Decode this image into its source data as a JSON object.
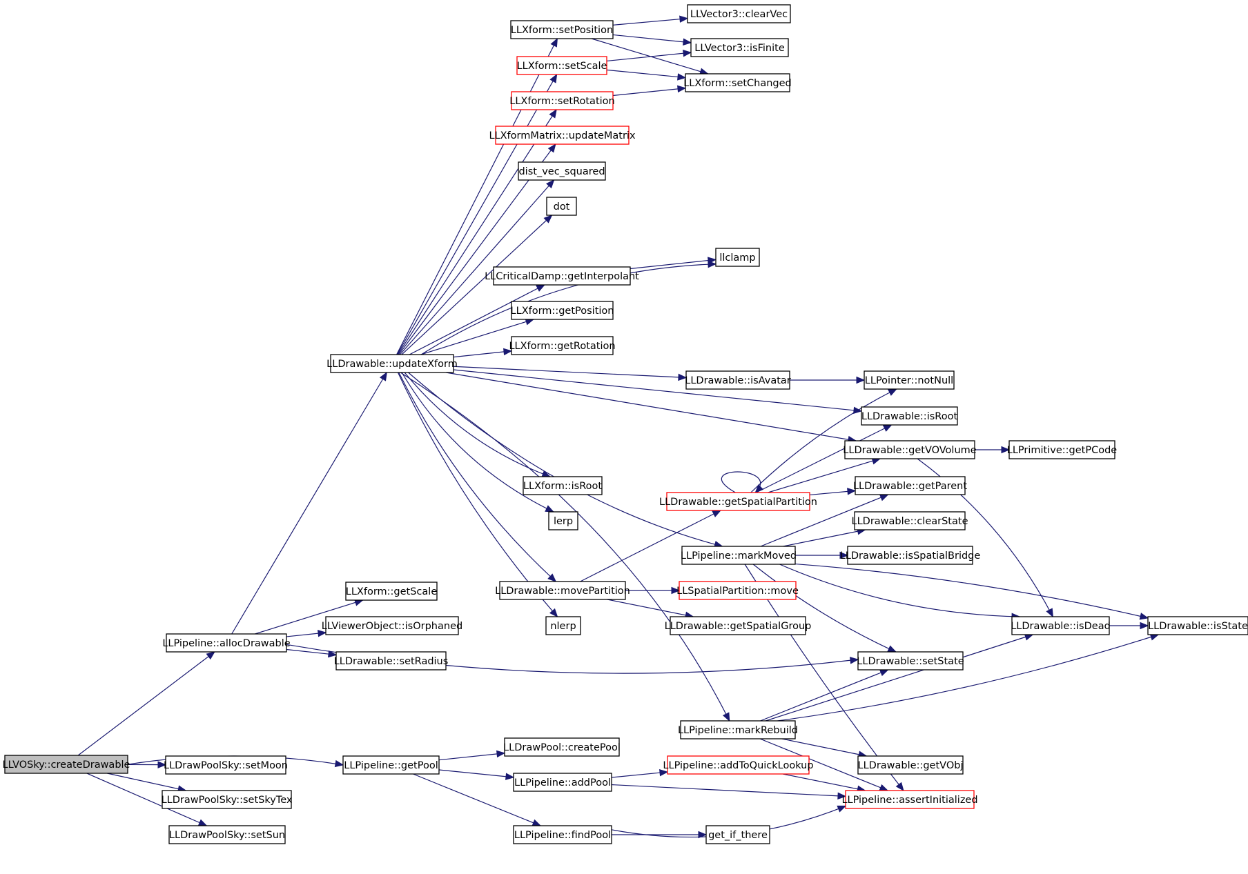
{
  "colors": {
    "edge": "#191970",
    "node_border": "#000000",
    "node_border_undocumented": "#ff0000",
    "root_fill": "#bfbfbf",
    "node_fill": "#ffffff"
  },
  "nodes": [
    {
      "id": "createDrawable",
      "label": "LLVOSky::createDrawable",
      "style": "root"
    },
    {
      "id": "allocDrawable",
      "label": "LLPipeline::allocDrawable",
      "style": "normal"
    },
    {
      "id": "setMoon",
      "label": "LLDrawPoolSky::setMoon",
      "style": "normal"
    },
    {
      "id": "getPool",
      "label": "LLPipeline::getPool",
      "style": "normal"
    },
    {
      "id": "setSkyTex",
      "label": "LLDrawPoolSky::setSkyTex",
      "style": "normal"
    },
    {
      "id": "setSun",
      "label": "LLDrawPoolSky::setSun",
      "style": "normal"
    },
    {
      "id": "updateXform",
      "label": "LLDrawable::updateXform",
      "style": "normal"
    },
    {
      "id": "xfGetScale",
      "label": "LLXform::getScale",
      "style": "normal"
    },
    {
      "id": "isOrphaned",
      "label": "LLViewerObject::isOrphaned",
      "style": "normal"
    },
    {
      "id": "setRadius",
      "label": "LLDrawable::setRadius",
      "style": "normal"
    },
    {
      "id": "xfSetPosition",
      "label": "LLXform::setPosition",
      "style": "normal"
    },
    {
      "id": "xfSetScale",
      "label": "LLXform::setScale",
      "style": "red"
    },
    {
      "id": "xfSetRotation",
      "label": "LLXform::setRotation",
      "style": "red"
    },
    {
      "id": "updateMatrix",
      "label": "LLXformMatrix::updateMatrix",
      "style": "red"
    },
    {
      "id": "distVec",
      "label": "dist_vec_squared",
      "style": "normal"
    },
    {
      "id": "dot",
      "label": "dot",
      "style": "normal"
    },
    {
      "id": "getInterpolant",
      "label": "LLCriticalDamp::getInterpolant",
      "style": "normal"
    },
    {
      "id": "xfGetPosition",
      "label": "LLXform::getPosition",
      "style": "normal"
    },
    {
      "id": "xfGetRotation",
      "label": "LLXform::getRotation",
      "style": "normal"
    },
    {
      "id": "xfIsRoot",
      "label": "LLXform::isRoot",
      "style": "normal"
    },
    {
      "id": "lerp",
      "label": "lerp",
      "style": "normal"
    },
    {
      "id": "movePartition",
      "label": "LLDrawable::movePartition",
      "style": "normal"
    },
    {
      "id": "nlerp",
      "label": "nlerp",
      "style": "normal"
    },
    {
      "id": "createPool",
      "label": "LLDrawPool::createPool",
      "style": "normal"
    },
    {
      "id": "addPool",
      "label": "LLPipeline::addPool",
      "style": "normal"
    },
    {
      "id": "findPool",
      "label": "LLPipeline::findPool",
      "style": "normal"
    },
    {
      "id": "clearVec",
      "label": "LLVector3::clearVec",
      "style": "normal"
    },
    {
      "id": "isFinite",
      "label": "LLVector3::isFinite",
      "style": "normal"
    },
    {
      "id": "setChanged",
      "label": "LLXform::setChanged",
      "style": "normal"
    },
    {
      "id": "llclamp",
      "label": "llclamp",
      "style": "normal"
    },
    {
      "id": "isAvatar",
      "label": "LLDrawable::isAvatar",
      "style": "normal"
    },
    {
      "id": "getSpatialPartition",
      "label": "LLDrawable::getSpatialPartition",
      "style": "red"
    },
    {
      "id": "markMoved",
      "label": "LLPipeline::markMoved",
      "style": "normal"
    },
    {
      "id": "spMove",
      "label": "LLSpatialPartition::move",
      "style": "red"
    },
    {
      "id": "getSpatialGroup",
      "label": "LLDrawable::getSpatialGroup",
      "style": "normal"
    },
    {
      "id": "markRebuild",
      "label": "LLPipeline::markRebuild",
      "style": "normal"
    },
    {
      "id": "addToQuickLookup",
      "label": "LLPipeline::addToQuickLookup",
      "style": "red"
    },
    {
      "id": "getIfThere",
      "label": "get_if_there",
      "style": "normal"
    },
    {
      "id": "notNull",
      "label": "LLPointer::notNull",
      "style": "normal"
    },
    {
      "id": "dIsRoot",
      "label": "LLDrawable::isRoot",
      "style": "normal"
    },
    {
      "id": "getVOVolume",
      "label": "LLDrawable::getVOVolume",
      "style": "normal"
    },
    {
      "id": "getParent",
      "label": "LLDrawable::getParent",
      "style": "normal"
    },
    {
      "id": "clearState",
      "label": "LLDrawable::clearState",
      "style": "normal"
    },
    {
      "id": "isSpatialBridge",
      "label": "LLDrawable::isSpatialBridge",
      "style": "normal"
    },
    {
      "id": "isDead",
      "label": "LLDrawable::isDead",
      "style": "normal"
    },
    {
      "id": "setState",
      "label": "LLDrawable::setState",
      "style": "normal"
    },
    {
      "id": "getVObj",
      "label": "LLDrawable::getVObj",
      "style": "normal"
    },
    {
      "id": "assertInitialized",
      "label": "LLPipeline::assertInitialized",
      "style": "red"
    },
    {
      "id": "getPCode",
      "label": "LLPrimitive::getPCode",
      "style": "normal"
    },
    {
      "id": "isState",
      "label": "LLDrawable::isState",
      "style": "normal"
    }
  ],
  "edges": [
    [
      "createDrawable",
      "allocDrawable"
    ],
    [
      "createDrawable",
      "setMoon"
    ],
    [
      "createDrawable",
      "getPool"
    ],
    [
      "createDrawable",
      "setSkyTex"
    ],
    [
      "createDrawable",
      "setSun"
    ],
    [
      "allocDrawable",
      "updateXform"
    ],
    [
      "allocDrawable",
      "xfGetScale"
    ],
    [
      "allocDrawable",
      "isOrphaned"
    ],
    [
      "allocDrawable",
      "setRadius"
    ],
    [
      "allocDrawable",
      "setState"
    ],
    [
      "getPool",
      "createPool"
    ],
    [
      "getPool",
      "addPool"
    ],
    [
      "getPool",
      "findPool"
    ],
    [
      "updateXform",
      "xfSetPosition"
    ],
    [
      "updateXform",
      "xfSetScale"
    ],
    [
      "updateXform",
      "xfSetRotation"
    ],
    [
      "updateXform",
      "updateMatrix"
    ],
    [
      "updateXform",
      "distVec"
    ],
    [
      "updateXform",
      "dot"
    ],
    [
      "updateXform",
      "llclamp"
    ],
    [
      "updateXform",
      "getInterpolant"
    ],
    [
      "updateXform",
      "xfGetPosition"
    ],
    [
      "updateXform",
      "xfGetRotation"
    ],
    [
      "updateXform",
      "isAvatar"
    ],
    [
      "updateXform",
      "dIsRoot"
    ],
    [
      "updateXform",
      "getVOVolume"
    ],
    [
      "updateXform",
      "xfIsRoot"
    ],
    [
      "updateXform",
      "lerp"
    ],
    [
      "updateXform",
      "markMoved"
    ],
    [
      "updateXform",
      "movePartition"
    ],
    [
      "updateXform",
      "nlerp"
    ],
    [
      "updateXform",
      "markRebuild"
    ],
    [
      "xfSetPosition",
      "clearVec"
    ],
    [
      "xfSetPosition",
      "isFinite"
    ],
    [
      "xfSetPosition",
      "setChanged"
    ],
    [
      "xfSetScale",
      "isFinite"
    ],
    [
      "xfSetScale",
      "setChanged"
    ],
    [
      "xfSetRotation",
      "setChanged"
    ],
    [
      "getInterpolant",
      "llclamp"
    ],
    [
      "isAvatar",
      "notNull"
    ],
    [
      "movePartition",
      "getSpatialPartition"
    ],
    [
      "movePartition",
      "spMove"
    ],
    [
      "movePartition",
      "getSpatialGroup"
    ],
    [
      "getSpatialPartition",
      "getSpatialPartition"
    ],
    [
      "getSpatialPartition",
      "notNull"
    ],
    [
      "getSpatialPartition",
      "dIsRoot"
    ],
    [
      "getSpatialPartition",
      "getVOVolume"
    ],
    [
      "getSpatialPartition",
      "getParent"
    ],
    [
      "getVOVolume",
      "getPCode"
    ],
    [
      "getVOVolume",
      "isDead"
    ],
    [
      "markMoved",
      "getParent"
    ],
    [
      "markMoved",
      "clearState"
    ],
    [
      "markMoved",
      "isSpatialBridge"
    ],
    [
      "markMoved",
      "isState"
    ],
    [
      "markMoved",
      "isDead"
    ],
    [
      "markMoved",
      "setState"
    ],
    [
      "markMoved",
      "assertInitialized"
    ],
    [
      "markRebuild",
      "isDead"
    ],
    [
      "markRebuild",
      "isState"
    ],
    [
      "markRebuild",
      "setState"
    ],
    [
      "markRebuild",
      "getVObj"
    ],
    [
      "markRebuild",
      "assertInitialized"
    ],
    [
      "isDead",
      "isState"
    ],
    [
      "addPool",
      "addToQuickLookup"
    ],
    [
      "addPool",
      "assertInitialized"
    ],
    [
      "addToQuickLookup",
      "assertInitialized"
    ],
    [
      "findPool",
      "getIfThere"
    ],
    [
      "findPool",
      "assertInitialized"
    ]
  ]
}
